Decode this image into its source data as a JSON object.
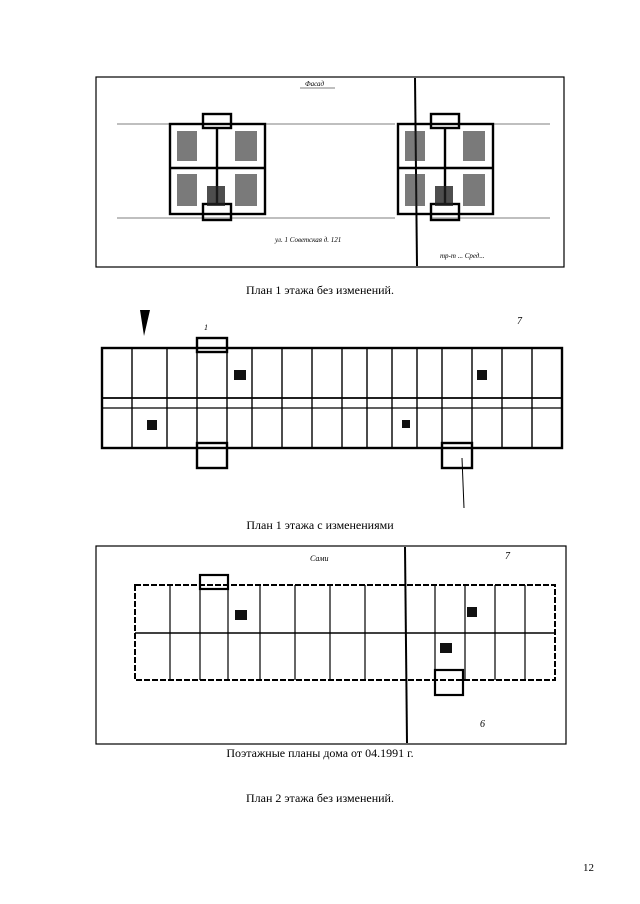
{
  "captions": {
    "plan1_unchanged": "План 1 этажа без изменений.",
    "plan1_changed": "План 1 этажа с изменениями",
    "floor_plans_date": "Поэтажные планы дома от 04.1991 г.",
    "plan2_unchanged": "План 2 этажа без изменений."
  },
  "page_number": "12",
  "figures": {
    "plan1_unchanged": {
      "handwritten_title": "Фасад",
      "handwritten_address_left": "ул. 1 Советская д. 121",
      "handwritten_address_right": "тр-т ... Сред..."
    },
    "plan1_changed": {
      "handwritten_marks": [
        "1",
        "7"
      ]
    },
    "plan2": {
      "handwritten_title": "Сами",
      "handwritten_marks": [
        "7",
        "6"
      ]
    }
  }
}
